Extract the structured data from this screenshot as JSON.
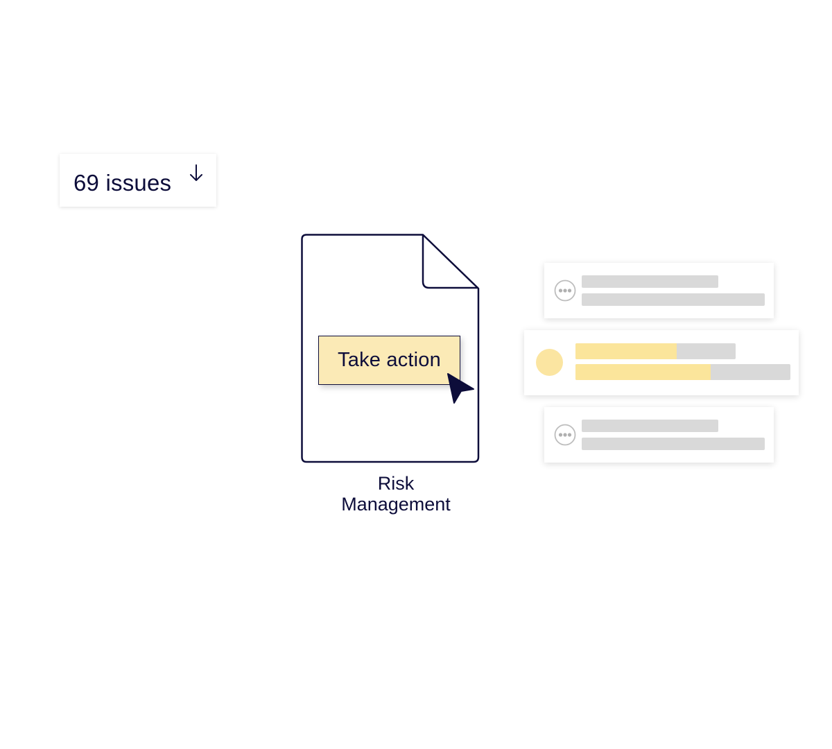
{
  "issues": {
    "label": "69 issues",
    "icon": "arrow-down-icon"
  },
  "document": {
    "icon": "file-icon",
    "action_button": "Take action",
    "label_line1": "Risk",
    "label_line2": "Management"
  },
  "list": {
    "items": [
      {
        "icon": "more-dots-icon",
        "state": "inactive"
      },
      {
        "icon": "status-dot",
        "state": "active",
        "progress_line1": 0.63,
        "progress_line2": 0.63
      },
      {
        "icon": "more-dots-icon",
        "state": "inactive"
      }
    ]
  },
  "colors": {
    "ink": "#0d0d3a",
    "highlight": "#fbeab6",
    "placeholder": "#d9d9d9",
    "accent_yellow": "#fbe59b"
  }
}
